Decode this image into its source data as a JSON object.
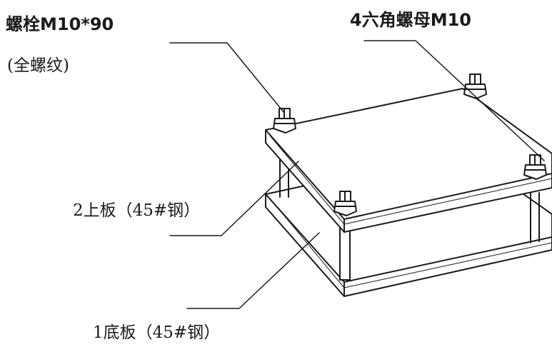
{
  "labels": {
    "bolt": "螺栓M10*90",
    "bolt_note": "(全螺纹)",
    "nut": "4六角螺母M10",
    "top_plate": "2上板（45#钢）",
    "bottom_plate": "1底板（45#钢）"
  },
  "colors": {
    "line": "#1a1a1a",
    "fill": "#ffffff"
  }
}
